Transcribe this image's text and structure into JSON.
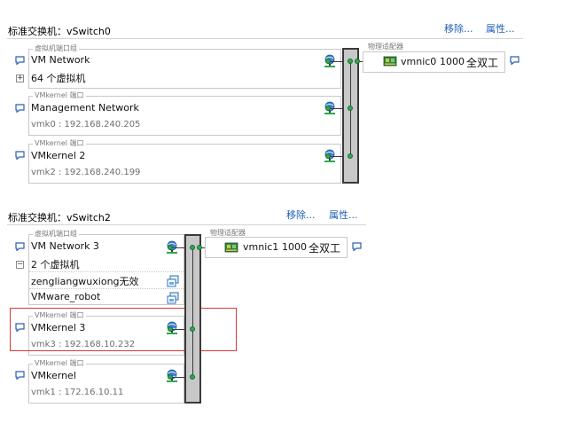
{
  "switches": [
    {
      "title": "标准交换机：vSwitch0",
      "remove_label": "移除...",
      "properties_label": "属性...",
      "vm_group_label": "虚拟机端口组",
      "vm_port": {
        "name": "VM Network",
        "count": "64 个虚拟机"
      },
      "vmk_group_label_1": "VMkernel 端口",
      "vmk_1": {
        "name": "Management Network",
        "ip": "vmk0 : 192.168.240.205"
      },
      "vmk_group_label_2": "VMkernel 端口",
      "vmk_2": {
        "name": "VMkernel 2",
        "ip": "vmk2 : 192.168.240.199"
      },
      "phys_label": "物理适配器",
      "nic": {
        "name": "vmnic0",
        "speed": "1000",
        "duplex": "全双工"
      }
    },
    {
      "title": "标准交换机：vSwitch2",
      "remove_label": "移除...",
      "properties_label": "属性...",
      "vm_group_label": "虚拟机端口组",
      "vm_port": {
        "name": "VM Network 3",
        "count": "2 个虚拟机",
        "vms": [
          "zengliangwuxiong无效",
          "VMware_robot"
        ]
      },
      "vmk_group_label_1": "VMkernel 端口",
      "vmk_1": {
        "name": "VMkernel 3",
        "ip": "vmk3 : 192.168.10.232"
      },
      "vmk_group_label_2": "VMkernel 端口",
      "vmk_2": {
        "name": "VMkernel",
        "ip": "vmk1 : 172.16.10.11"
      },
      "phys_label": "物理适配器",
      "nic": {
        "name": "vmnic1",
        "speed": "1000",
        "duplex": "全双工"
      }
    }
  ],
  "colors": {
    "link": "#1f5fb8",
    "highlight": "#d83a3a",
    "port_dot": "#2fa84f"
  },
  "icons": {
    "bubble": "speech-bubble-icon",
    "port": "network-globe-icon",
    "nic": "network-card-icon",
    "vm": "virtual-machine-icon"
  }
}
